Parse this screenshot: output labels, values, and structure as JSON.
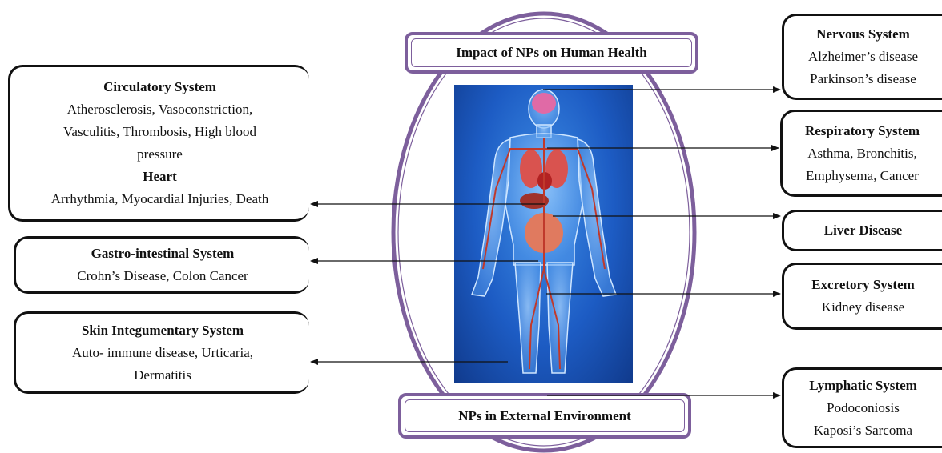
{
  "header_banner": {
    "label": "Impact of NPs on Human Health"
  },
  "footer_banner": {
    "label": "NPs in External Environment"
  },
  "left_boxes": {
    "circulatory": {
      "title": "Circulatory System",
      "lines": [
        "Atherosclerosis, Vasoconstriction,",
        "Vasculitis, Thrombosis, High blood",
        "pressure"
      ],
      "subtitle": "Heart",
      "sublines": [
        "Arrhythmia, Myocardial Injuries, Death"
      ]
    },
    "gastro": {
      "title": "Gastro-intestinal System",
      "lines": [
        "Crohn’s Disease, Colon Cancer"
      ]
    },
    "skin": {
      "title": "Skin Integumentary System",
      "lines": [
        "Auto- immune disease, Urticaria,",
        "Dermatitis"
      ]
    }
  },
  "right_boxes": {
    "nervous": {
      "title": "Nervous System",
      "lines": [
        "Alzheimer’s disease",
        "Parkinson’s disease"
      ]
    },
    "respiratory": {
      "title": "Respiratory System",
      "lines": [
        "Asthma, Bronchitis,",
        "Emphysema, Cancer"
      ]
    },
    "liver": {
      "title": "Liver Disease",
      "lines": []
    },
    "excretory": {
      "title": "Excretory System",
      "lines": [
        "Kidney disease"
      ]
    },
    "lymphatic": {
      "title": "Lymphatic System",
      "lines": [
        "Podoconiosis",
        "Kaposi’s Sarcoma"
      ]
    }
  },
  "colors": {
    "ellipse": "#7d5f9c",
    "arrow": "#111111",
    "body_bg": "#1d5cc4"
  },
  "icons": {
    "body_image": "human-anatomy-illustration"
  }
}
